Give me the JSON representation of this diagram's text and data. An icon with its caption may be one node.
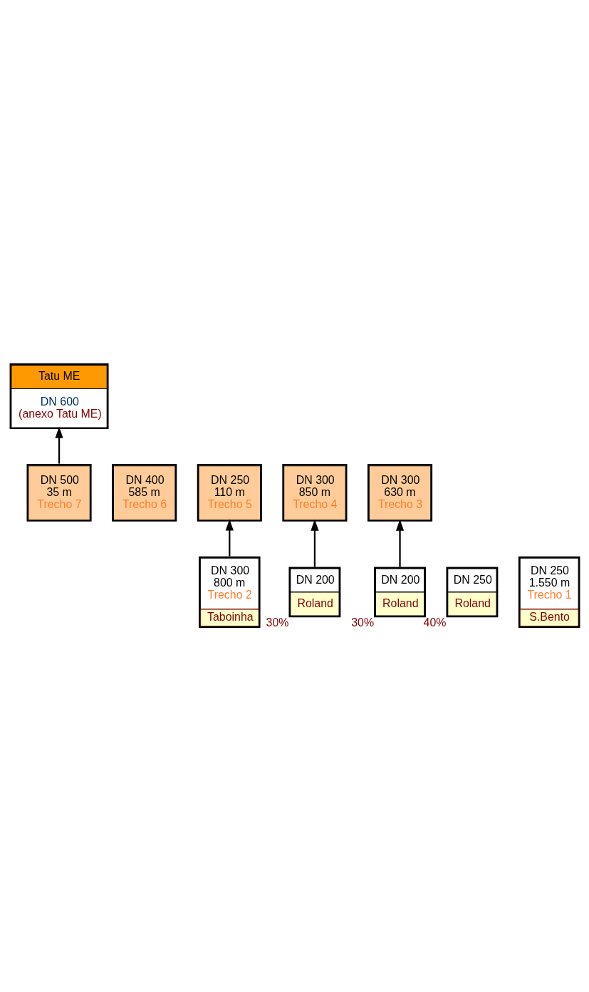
{
  "diagram": {
    "nodes": [
      {
        "text": [
          "Tatu ME",
          "DN 600 (anexo Tatu ME)"
        ]
      },
      {
        "text": [
          "DN 500",
          "35 m",
          "Trecho 7"
        ]
      },
      {
        "text": [
          "DN 400",
          "585 m",
          "Trecho 6"
        ]
      },
      {
        "text": [
          "DN 250",
          "110 m",
          "Trecho 5"
        ]
      },
      {
        "text": [
          "DN 300",
          "850 m",
          "Trecho 4"
        ]
      },
      {
        "text": [
          "DN 300",
          "630 m",
          "Trecho 3"
        ]
      },
      {
        "text": [
          "DN 250",
          "Roland"
        ],
        "beside": [
          "40%"
        ]
      },
      {
        "text": [
          "DN 200",
          "Roland"
        ],
        "beside": [
          "30%"
        ]
      },
      {
        "text": [
          "DN 200",
          "Roland"
        ],
        "beside": [
          "30%"
        ]
      },
      {
        "text": [
          "DN 300",
          "800 m",
          "Trecho 2",
          "Taboinha"
        ]
      },
      {
        "text": [
          "DN 250",
          "1.550 m",
          "Trecho 1",
          "S.Bento"
        ]
      }
    ],
    "edges": [
      {
        "from": 1,
        "to": 0,
        "arrow": "to"
      },
      {
        "from": 9,
        "to": 3,
        "arrow": "to"
      },
      {
        "from": 8,
        "to": 4,
        "arrow": "to"
      },
      {
        "from": 7,
        "to": 5,
        "arrow": "to"
      }
    ]
  }
}
